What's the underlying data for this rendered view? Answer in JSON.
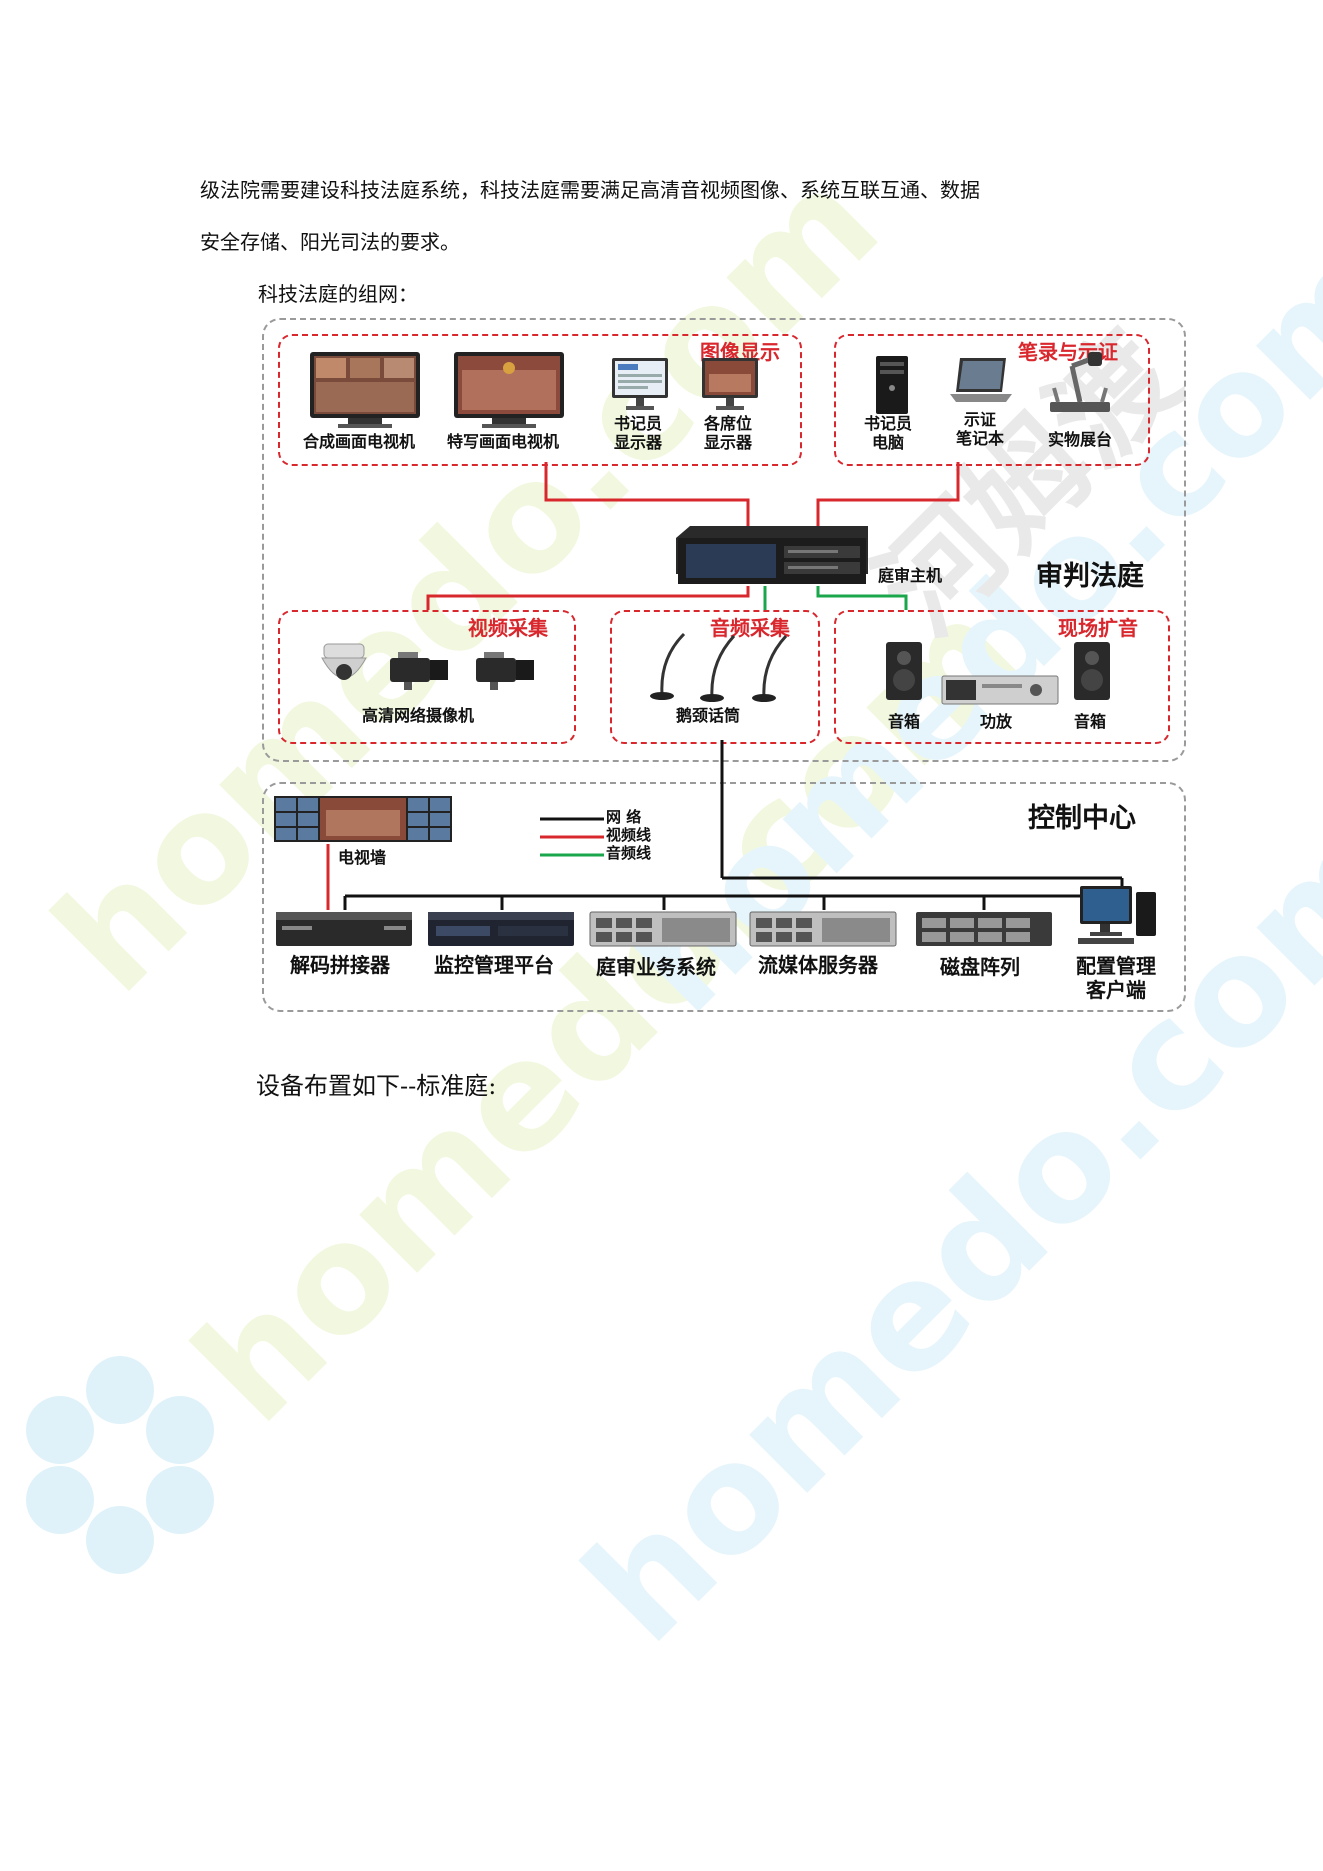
{
  "paragraph": {
    "line1": "级法院需要建设科技法庭系统，科技法庭需要满足高清音视频图像、系统互联互通、数据",
    "line2": "安全存储、阳光司法的要求。"
  },
  "figure_caption": "科技法庭的组网：",
  "diagram": {
    "courtroom_title": "审判法庭",
    "control_title": "控制中心",
    "host_label": "庭审主机",
    "groups": {
      "image_display": {
        "title": "图像显示",
        "items": [
          "合成画面电视机",
          "特写画面电视机",
          "书记员\n显示器",
          "各席位\n显示器"
        ]
      },
      "notes_display": {
        "title": "笔录与示证",
        "items": [
          "书记员\n电脑",
          "示证\n笔记本",
          "实物展台"
        ]
      },
      "video_capture": {
        "title": "视频采集",
        "items": [
          "高清网络摄像机"
        ]
      },
      "audio_capture": {
        "title": "音频采集",
        "items": [
          "鹅颈话筒"
        ]
      },
      "sound_reinforcement": {
        "title": "现场扩音",
        "items": [
          "音箱",
          "功放",
          "音箱"
        ]
      }
    },
    "legend": [
      {
        "label": "网  络",
        "color": "#111111"
      },
      {
        "label": "视频线",
        "color": "#d9272e"
      },
      {
        "label": "音频线",
        "color": "#1aa64a"
      }
    ],
    "control_items": [
      "电视墙",
      "解码拼接器",
      "监控管理平台",
      "庭审业务系统",
      "流媒体服务器",
      "磁盘阵列",
      "配置管理\n客户端"
    ]
  },
  "closing_text": "设备布置如下--标准庭:",
  "watermark": {
    "text": "homedo.com",
    "cn_text": "河姆渡"
  },
  "colors": {
    "accent_red": "#d9272e",
    "audio_green": "#1aa64a",
    "network_black": "#111111",
    "watermark_green": "#eef7d8",
    "watermark_blue": "#e3f4fb"
  }
}
